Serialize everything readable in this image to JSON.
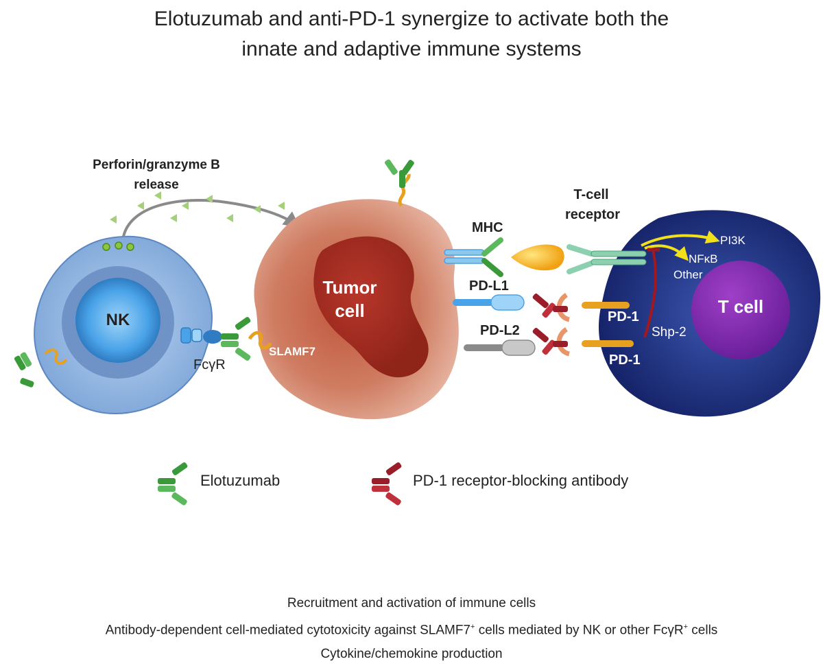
{
  "title": {
    "line1": "Elotuzumab and anti-PD-1 synergize to activate both the",
    "line2": "innate and adaptive immune systems"
  },
  "labels": {
    "perforin_line1": "Perforin/granzyme B",
    "perforin_line2": "release",
    "nk": "NK",
    "fcgr": "FcγR",
    "slamf7": "SLAMF7",
    "tumor_line1": "Tumor",
    "tumor_line2": "cell",
    "mhc": "MHC",
    "pdl1": "PD-L1",
    "pdl2": "PD-L2",
    "tcr_line1": "T-cell",
    "tcr_line2": "receptor",
    "pi3k": "PI3K",
    "nfkb": "NFκB",
    "other": "Other",
    "pd1_top": "PD-1",
    "pd1_bottom": "PD-1",
    "shp2": "Shp-2",
    "tcell": "T cell"
  },
  "legend": {
    "elotuzumab": "Elotuzumab",
    "pd1_antibody": "PD-1 receptor-blocking antibody"
  },
  "footer": {
    "line1": "Recruitment and activation of immune cells",
    "line2_main": "Antibody-dependent cell-mediated cytotoxicity against SLAMF7",
    "line2_sup": "+",
    "line2_mid": " cells mediated by NK or other FcγR",
    "line2_sup2": "+",
    "line2_end": " cells",
    "line3": "Cytokine/chemokine production"
  },
  "colors": {
    "nk_cell": "#8fb4e0",
    "tumor_cell": "#c8664e",
    "tcell": "#1e2f7a",
    "elotuzumab": "#3a9a3a",
    "pd1_antibody": "#9a1e2a",
    "slamf7": "#e8a020",
    "signal_arrow": "#f2e01a"
  }
}
